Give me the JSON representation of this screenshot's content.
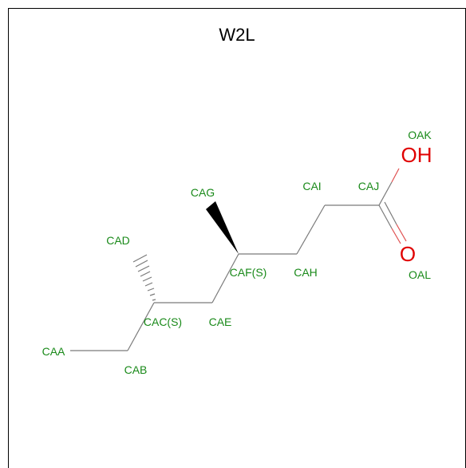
{
  "title": "W2L",
  "atoms": {
    "CAA": "CAA",
    "CAB": "CAB",
    "CAC": "CAC(S)",
    "CAD": "CAD",
    "CAE": "CAE",
    "CAF": "CAF(S)",
    "CAG": "CAG",
    "CAH": "CAH",
    "CAI": "CAI",
    "CAJ": "CAJ",
    "OAK": "OAK",
    "OAL": "OAL"
  },
  "heteroatoms": {
    "hydroxyl": "OH",
    "carbonyl_oxygen": "O"
  },
  "colors": {
    "atom_label": "#1a8a1a",
    "oxygen": "#e00000",
    "bond": "#7a7a7a",
    "frame": "#000000"
  }
}
